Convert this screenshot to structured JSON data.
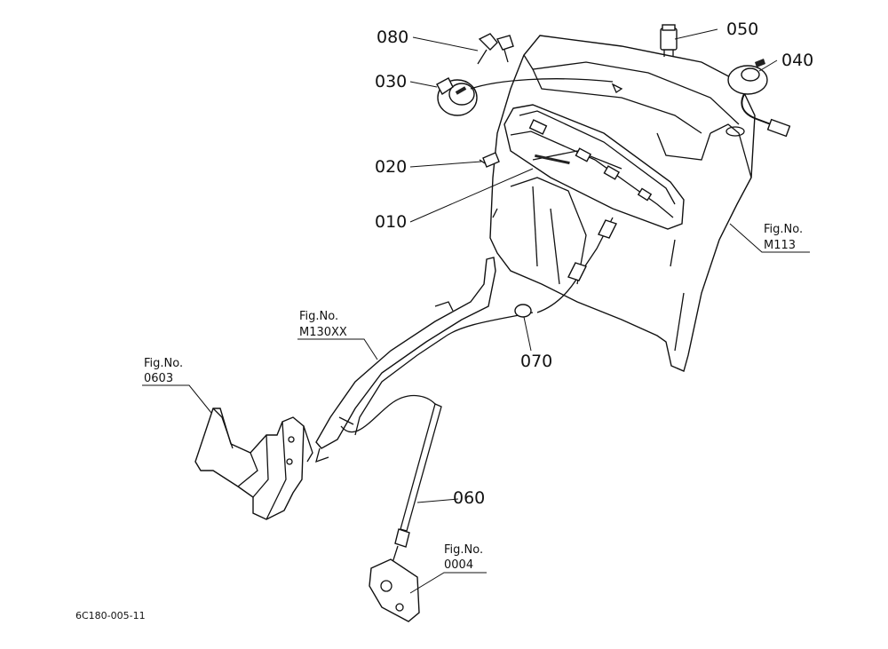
{
  "callouts": {
    "c080": "080",
    "c050": "050",
    "c040": "040",
    "c030": "030",
    "c020": "020",
    "c010": "010",
    "c070": "070",
    "c060": "060"
  },
  "fig_refs": {
    "m113": {
      "line1": "Fig.No.",
      "line2": "M113"
    },
    "m130xx": {
      "line1": "Fig.No.",
      "line2": "M130XX"
    },
    "f0603": {
      "line1": "Fig.No.",
      "line2": "0603"
    },
    "f0004": {
      "line1": "Fig.No.",
      "line2": "0004"
    }
  },
  "footer": {
    "code": "6C180-005-11"
  }
}
